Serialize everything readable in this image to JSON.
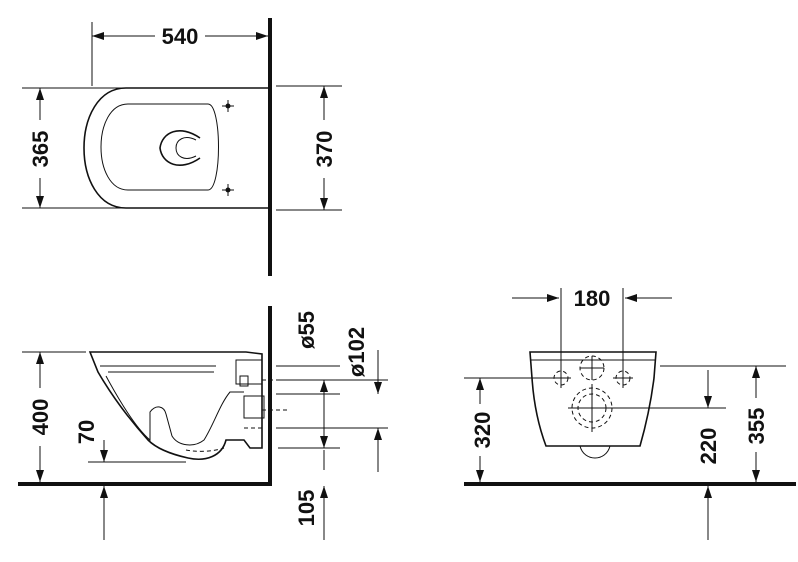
{
  "colors": {
    "line": "#111111",
    "background": "#ffffff"
  },
  "top_view": {
    "width_label": "540",
    "depth_left_label": "365",
    "depth_right_label": "370"
  },
  "side_view": {
    "height_label": "400",
    "trap_height_label": "70",
    "pipe_small_label": "ø55",
    "pipe_large_label": "ø102",
    "floor_label": "105"
  },
  "front_view": {
    "spacing_label": "180",
    "height_left_label": "320",
    "height_inner_label": "220",
    "height_right_label": "355"
  }
}
